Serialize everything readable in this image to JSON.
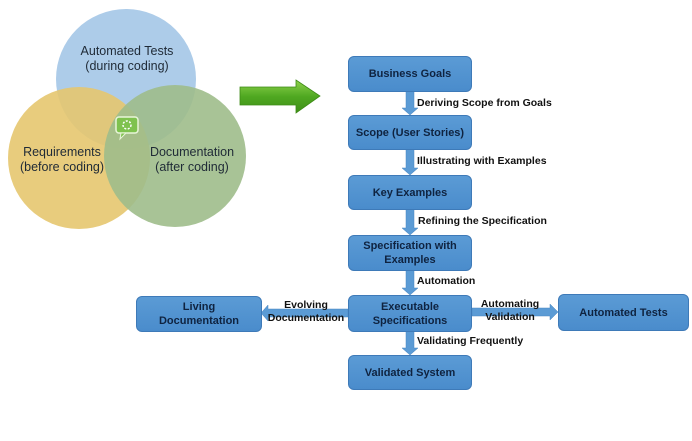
{
  "venn": {
    "circles": [
      {
        "id": "automated-tests",
        "line1": "Automated Tests",
        "line2": "(during coding)",
        "color": "#9fc3e6"
      },
      {
        "id": "requirements",
        "line1": "Requirements",
        "line2": "(before coding)",
        "color": "#e3c36a"
      },
      {
        "id": "documentation",
        "line1": "Documentation",
        "line2": "(after coding)",
        "color": "#9ebb8a"
      }
    ],
    "center_icon": "speech-bubble-icon"
  },
  "transition_arrow": {
    "icon": "green-right-arrow",
    "color": "#5cb82a"
  },
  "flow": {
    "box_color": "#5b9bd5",
    "boxes": {
      "business_goals": "Business Goals",
      "scope": "Scope (User Stories)",
      "key_examples": "Key Examples",
      "spec_line1": "Specification with",
      "spec_line2": "Examples",
      "exec_line1": "Executable",
      "exec_line2": "Specifications",
      "validated": "Validated System",
      "living_line1": "Living",
      "living_line2": "Documentation",
      "automated_tests": "Automated Tests"
    },
    "edges": {
      "deriving": "Deriving Scope from Goals",
      "illustrating": "Illustrating with Examples",
      "refining": "Refining the Specification",
      "automation": "Automation",
      "evolving_line1": "Evolving",
      "evolving_line2": "Documentation",
      "automating_line1": "Automating",
      "automating_line2": "Validation",
      "validating": "Validating Frequently"
    }
  }
}
